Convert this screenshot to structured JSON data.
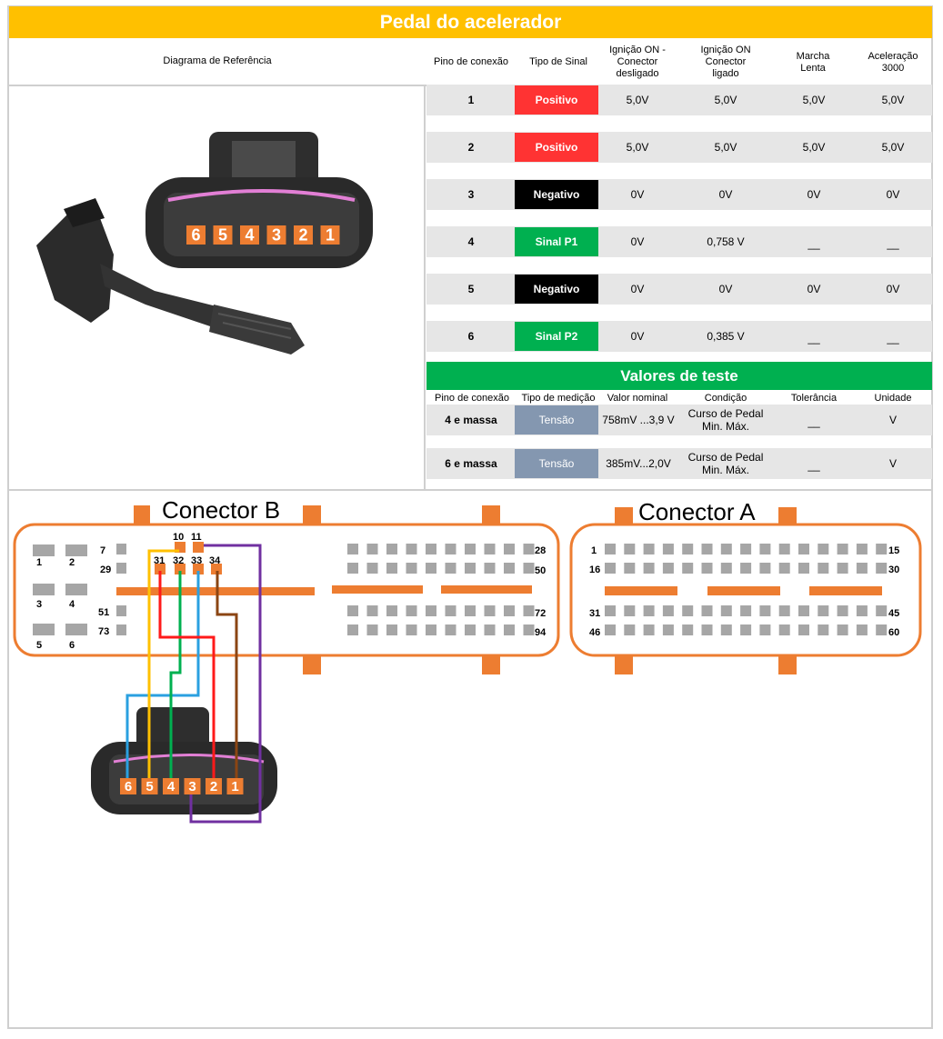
{
  "title": "Pedal do acelerador",
  "headers": {
    "reference": "Diagrama de Referência",
    "pin": "Pino de conexão",
    "signal_type": "Tipo de Sinal",
    "ign_off": [
      "Ignição ON -",
      "Conector",
      "desligado"
    ],
    "ign_on": [
      "Ignição ON",
      "Conector",
      "ligado"
    ],
    "idle": [
      "Marcha",
      "Lenta"
    ],
    "accel": [
      "Aceleração",
      "3000"
    ]
  },
  "pins": [
    {
      "pin": "1",
      "signal": "Positivo",
      "color": "#ff3333",
      "off": "5,0V",
      "on": "5,0V",
      "idle": "5,0V",
      "accel": "5,0V"
    },
    {
      "pin": "2",
      "signal": "Positivo",
      "color": "#ff3333",
      "off": "5,0V",
      "on": "5,0V",
      "idle": "5,0V",
      "accel": "5,0V"
    },
    {
      "pin": "3",
      "signal": "Negativo",
      "color": "#000000",
      "off": "0V",
      "on": "0V",
      "idle": "0V",
      "accel": "0V"
    },
    {
      "pin": "4",
      "signal": "Sinal P1",
      "color": "#00b050",
      "off": "0V",
      "on": "0,758 V",
      "idle": "__",
      "accel": "__"
    },
    {
      "pin": "5",
      "signal": "Negativo",
      "color": "#000000",
      "off": "0V",
      "on": "0V",
      "idle": "0V",
      "accel": "0V"
    },
    {
      "pin": "6",
      "signal": "Sinal P2",
      "color": "#00b050",
      "off": "0V",
      "on": "0,385 V",
      "idle": "__",
      "accel": "__"
    }
  ],
  "test": {
    "title": "Valores de teste",
    "headers": {
      "pin": "Pino de conexão",
      "type": "Tipo de medição",
      "nominal": "Valor nominal",
      "condition": "Condição",
      "tolerance": "Tolerância",
      "unit": "Unidade"
    },
    "rows": [
      {
        "pin": "4 e massa",
        "type": "Tensão",
        "nominal": "758mV ...3,9 V",
        "cond1": "Curso de Pedal",
        "cond2": "Min. Máx.",
        "tolerance": "__",
        "unit": "V"
      },
      {
        "pin": "6 e massa",
        "type": "Tensão",
        "nominal": "385mV...2,0V",
        "cond1": "Curso de Pedal",
        "cond2": "Min. Máx.",
        "tolerance": "__",
        "unit": "V"
      }
    ]
  },
  "connector_pin_labels": [
    "6",
    "5",
    "4",
    "3",
    "2",
    "1"
  ],
  "connector_b": {
    "title": "Conector B",
    "labels": [
      "1",
      "2",
      "3",
      "4",
      "5",
      "6",
      "7",
      "29",
      "51",
      "73",
      "10",
      "11",
      "31",
      "32",
      "33",
      "34",
      "28",
      "50",
      "72",
      "94"
    ]
  },
  "connector_a": {
    "title": "Conector A",
    "labels": [
      "1",
      "15",
      "16",
      "30",
      "31",
      "45",
      "46",
      "60"
    ]
  },
  "colors": {
    "orange": "#ed7d31",
    "yellow": "#ffc000",
    "green": "#00b050",
    "red": "#ff3333",
    "blue": "#8497b0"
  }
}
